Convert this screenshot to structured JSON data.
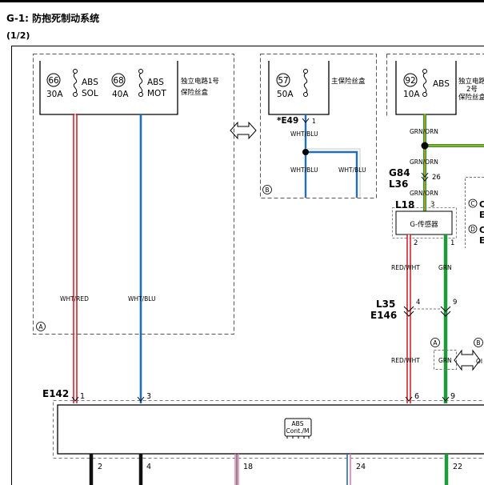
{
  "header": {
    "title": "G-1: 防抱死制动系统",
    "page": "(1/2)"
  },
  "fuses": {
    "f66": {
      "num": "66",
      "amp": "30A",
      "name1": "ABS",
      "name2": "SOL"
    },
    "f68": {
      "num": "68",
      "amp": "40A",
      "name1": "ABS",
      "name2": "MOT"
    },
    "box1_label1": "独立电路1号",
    "box1_label2": "保险丝盒",
    "f57": {
      "num": "57",
      "amp": "50A"
    },
    "box_main_label": "主保险丝盒",
    "f92": {
      "num": "92",
      "amp": "10A",
      "name": "ABS"
    },
    "box2_label1": "独立电路",
    "box2_label2": "2号",
    "box2_label3": "保险丝盒"
  },
  "connectors": {
    "e49": "*E49",
    "e49_pin": "1",
    "g84": "G84",
    "l36": "L36",
    "g84_pin": "26",
    "l18": "L18",
    "l18_pin3": "3",
    "l18_pin2": "2",
    "l18_pin1": "1",
    "l35": "L35",
    "e146": "E146",
    "l35_pin4": "4",
    "l35_pin9": "9",
    "e142": "E142",
    "e142_pins": {
      "p1": "1",
      "p3": "3",
      "p6": "6",
      "p9": "9"
    },
    "ecu_pins": {
      "p2": "2",
      "p4": "4",
      "p18": "18",
      "p24": "24",
      "p22": "22"
    }
  },
  "wires": {
    "wht_red": "WHT/RED",
    "wht_blu_left": "WHT/BLU",
    "wht_blu_main": "WHT/BLU",
    "wht_blu_a": "WHT/BLU",
    "wht_blu_b": "WHT/BLU",
    "grn_orn_1": "GRN/ORN",
    "grn_orn_2": "GRN/ORN",
    "grn_orn_3": "GRN/ORN",
    "red_wht_1": "RED/WHT",
    "red_wht_2": "RED/WHT",
    "grn_1": "GRN",
    "grn_2": "GRN"
  },
  "components": {
    "g_sensor": "G-传感器",
    "abs_ecu_1": "ABS",
    "abs_ecu_2": "Cont./M",
    "region_a": "A",
    "region_b": "B",
    "note_c1": "C",
    "note_c2": "C",
    "note_c3": "E",
    "note_d1": "D",
    "note_d2": "C",
    "note_d3": "E",
    "branch_a": "A",
    "branch_b": "B",
    "branch_ol": "OI"
  },
  "colors": {
    "red": "#d6242a",
    "blue": "#1f6fb5",
    "green": "#1d9a3a",
    "orange": "#e8a317",
    "black": "#111111",
    "pink": "#e37ab0"
  }
}
